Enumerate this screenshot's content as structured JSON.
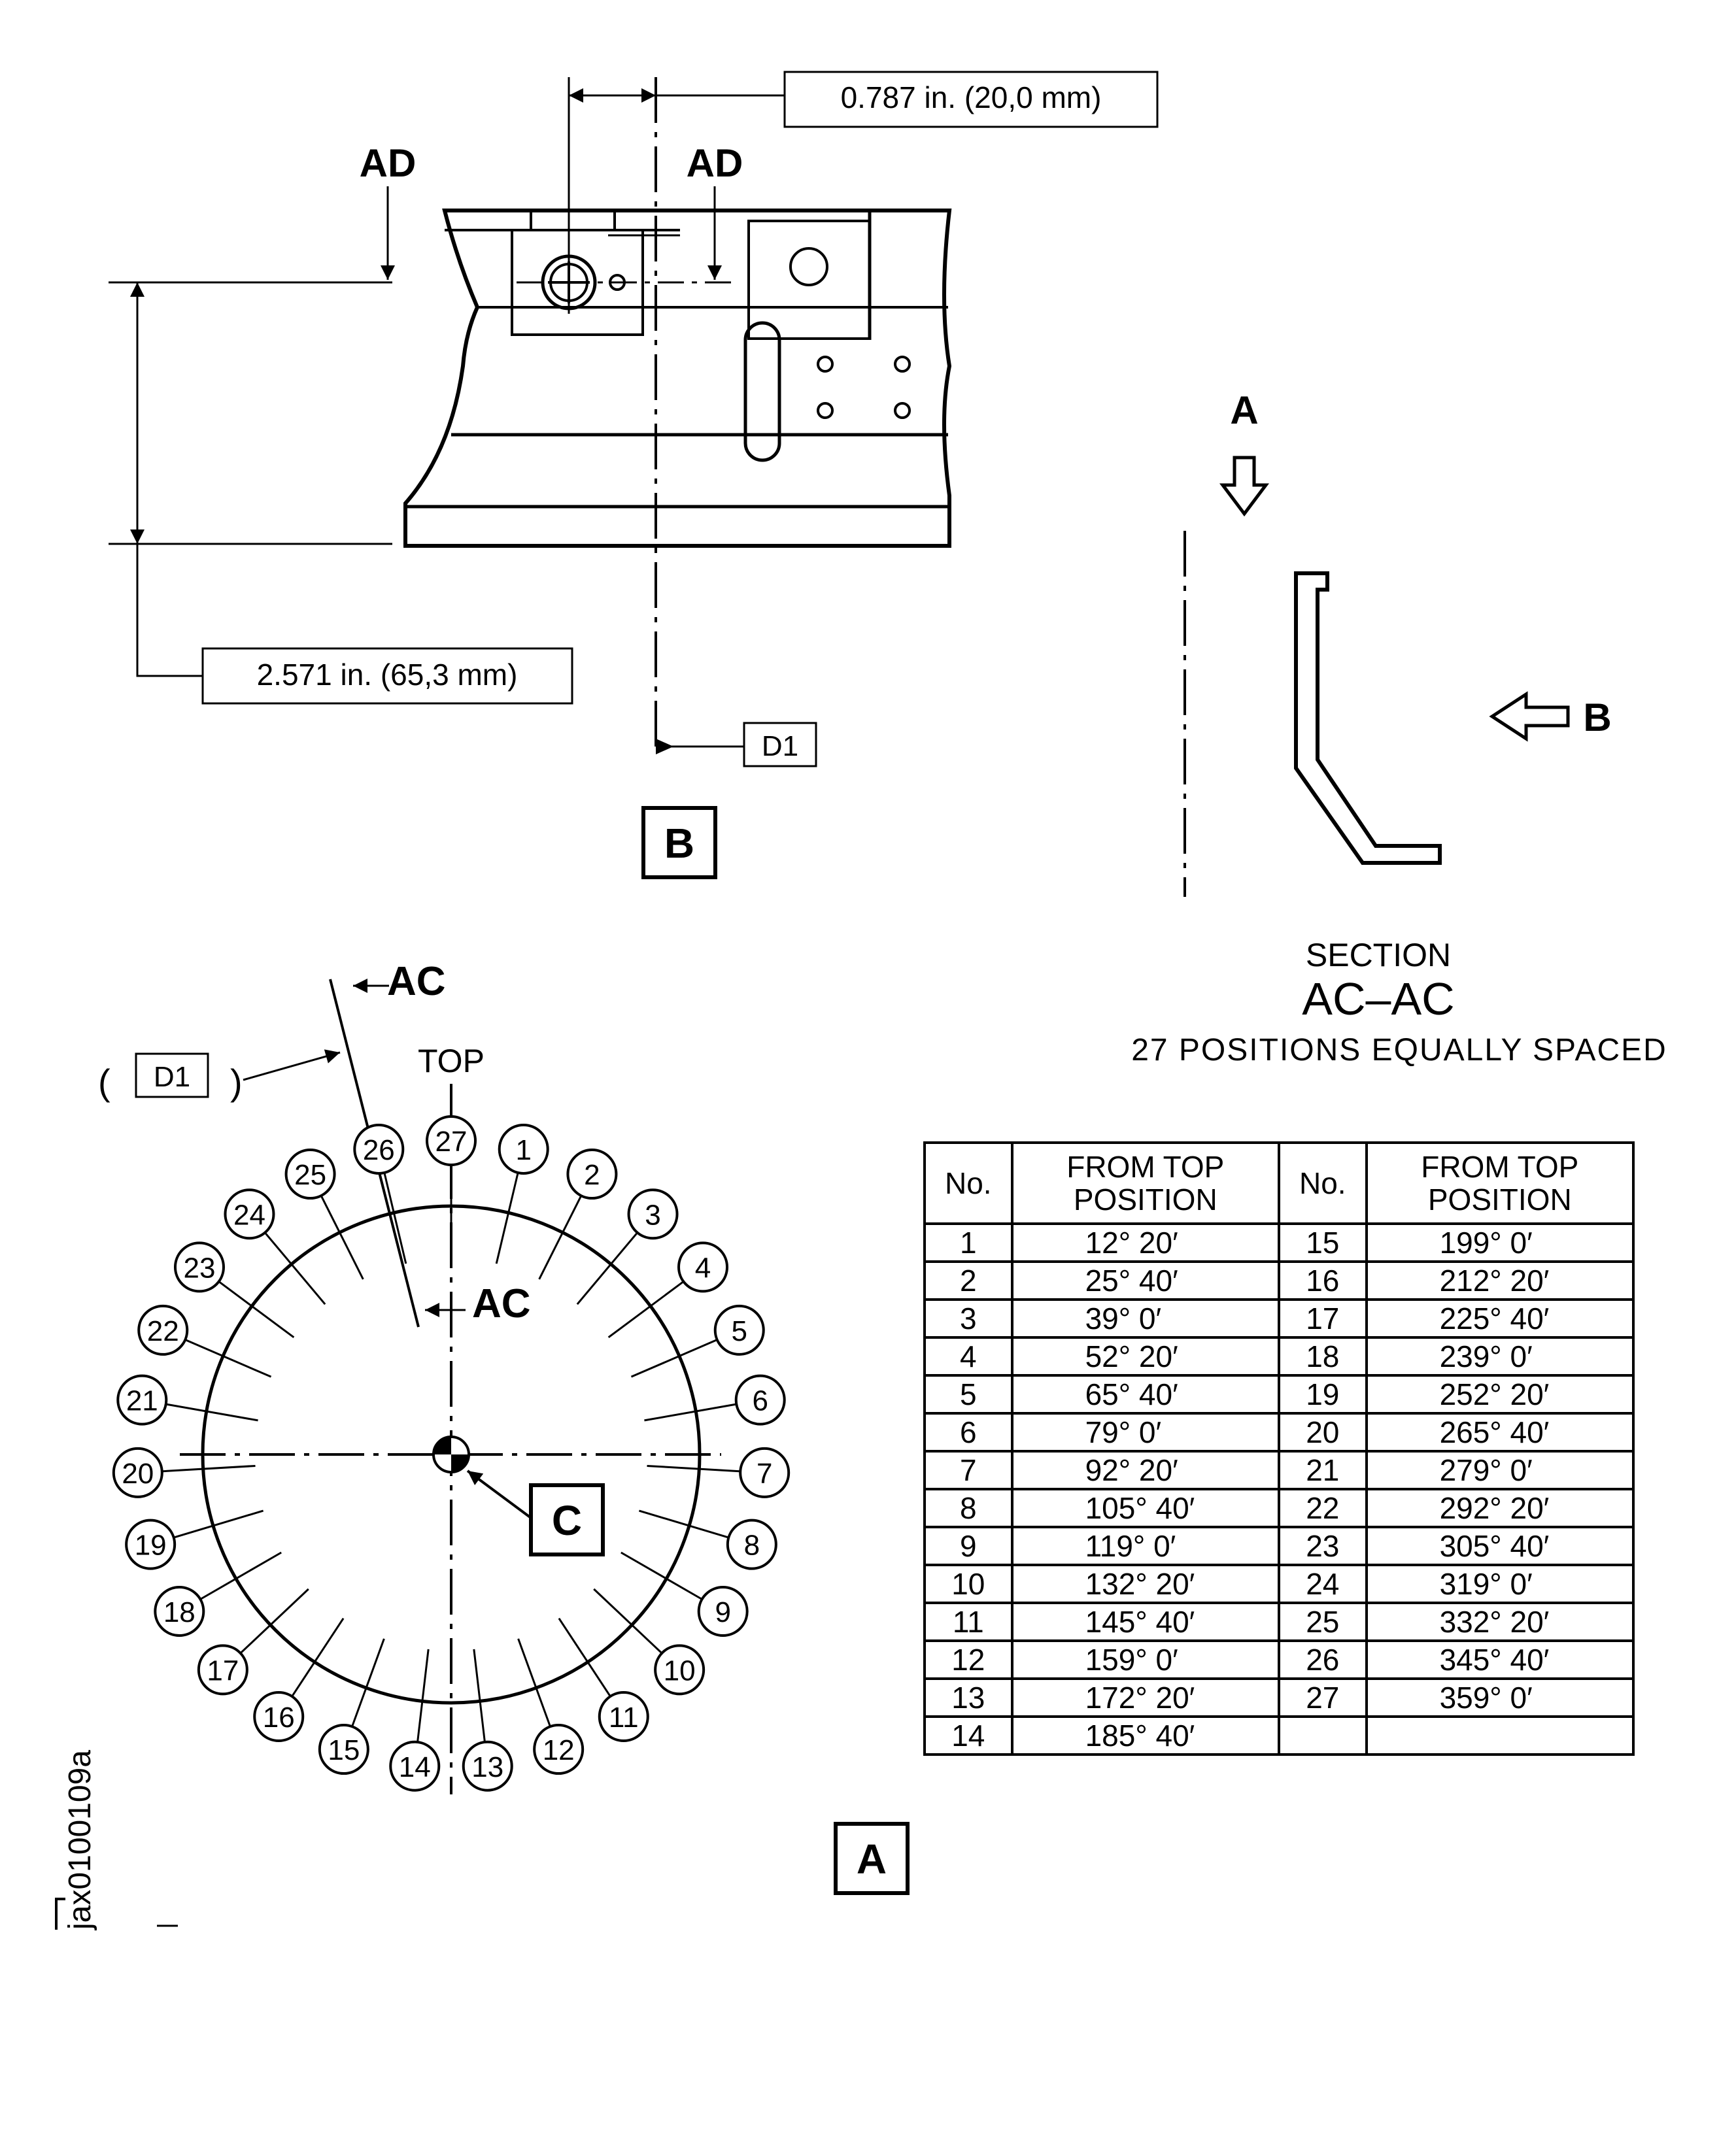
{
  "view_b": {
    "dim_top": "0.787 in. (20,0 mm)",
    "dim_left": "2.571 in. (65,3 mm)",
    "section_mark": "AD",
    "datum": "D1",
    "view_label": "B"
  },
  "section": {
    "arrow_a": "A",
    "arrow_b": "B",
    "title_line1": "SECTION",
    "title_line2": "AC–AC",
    "title_line3": "27 POSITIONS EQUALLY SPACED"
  },
  "view_a": {
    "section_mark": "AC",
    "datum_left": "(",
    "datum": "D1",
    "datum_right": ")",
    "top": "TOP",
    "center_label": "C",
    "view_label": "A",
    "positions": [
      "1",
      "2",
      "3",
      "4",
      "5",
      "6",
      "7",
      "8",
      "9",
      "10",
      "11",
      "12",
      "13",
      "14",
      "15",
      "16",
      "17",
      "18",
      "19",
      "20",
      "21",
      "22",
      "23",
      "24",
      "25",
      "26",
      "27"
    ]
  },
  "table": {
    "headers": [
      "No.",
      "FROM TOP POSITION",
      "No.",
      "FROM TOP POSITION"
    ],
    "rows": [
      [
        "1",
        "12° 20′",
        "15",
        "199°   0′"
      ],
      [
        "2",
        "25° 40′",
        "16",
        "212° 20′"
      ],
      [
        "3",
        "39°   0′",
        "17",
        "225° 40′"
      ],
      [
        "4",
        "52° 20′",
        "18",
        "239°   0′"
      ],
      [
        "5",
        "65° 40′",
        "19",
        "252° 20′"
      ],
      [
        "6",
        "79°   0′",
        "20",
        "265° 40′"
      ],
      [
        "7",
        "92° 20′",
        "21",
        "279°   0′"
      ],
      [
        "8",
        "105° 40′",
        "22",
        "292° 20′"
      ],
      [
        "9",
        "119°   0′",
        "23",
        "305° 40′"
      ],
      [
        "10",
        "132° 20′",
        "24",
        "319°   0′"
      ],
      [
        "11",
        "145° 40′",
        "25",
        "332° 20′"
      ],
      [
        "12",
        "159°   0′",
        "26",
        "345° 40′"
      ],
      [
        "13",
        "172° 20′",
        "27",
        "359°   0′"
      ],
      [
        "14",
        "185° 40′",
        "",
        ""
      ]
    ]
  },
  "figure_id": "jax0100109a"
}
